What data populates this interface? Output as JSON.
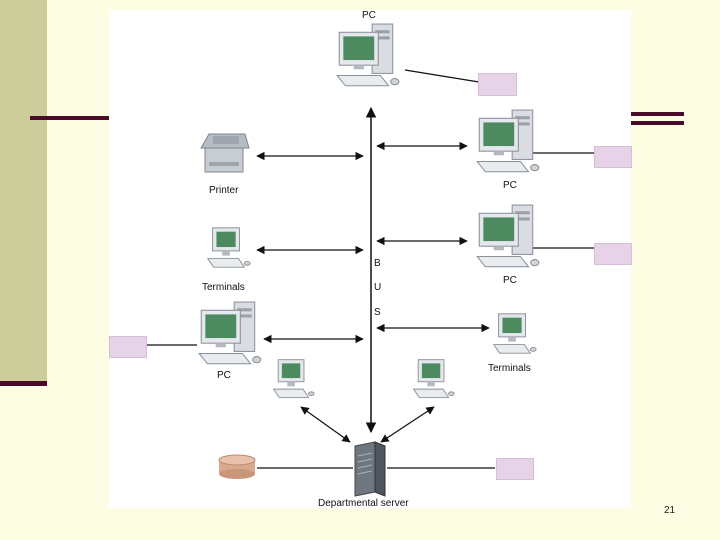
{
  "labels": {
    "pc_top": "PC",
    "pc_right_upper": "PC",
    "pc_right_middle": "PC",
    "pc_left": "PC",
    "printer": "Printer",
    "terminals_left": "Terminals",
    "terminals_right": "Terminals",
    "server": "Departmental server",
    "bus": [
      "B",
      "U",
      "S"
    ]
  },
  "slide_number": "21",
  "colors": {
    "background": "#fdfde3",
    "accent_bar": "#cdcd9b",
    "rule": "#4a0a2a",
    "callout": "#e6d3e8",
    "arrow": "#111111"
  },
  "icons": {
    "pc": "desktop-computer-icon",
    "terminal": "terminal-icon",
    "printer": "printer-icon",
    "server": "server-tower-icon",
    "storage": "disk-storage-icon"
  }
}
